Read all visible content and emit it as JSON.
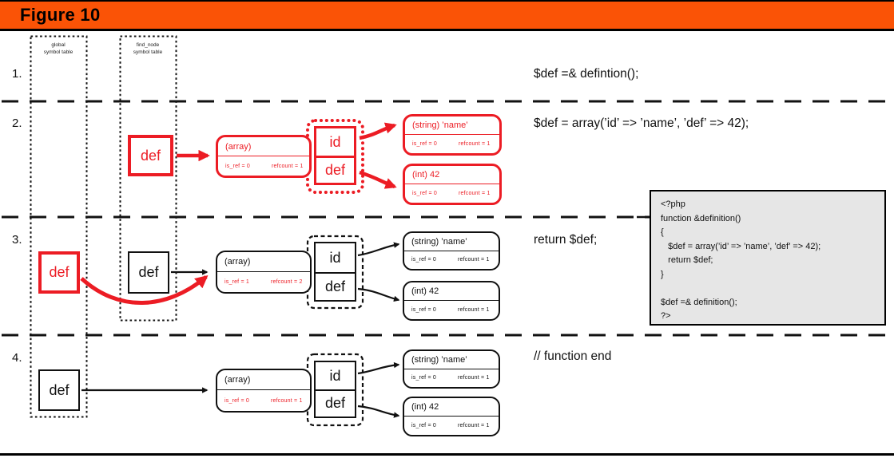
{
  "header": {
    "title": "Figure 10"
  },
  "colors": {
    "header_orange": "#fa5306",
    "diagram_red": "#ec1c24",
    "code_box_bg": "#e6e6e6"
  },
  "columns": {
    "global": {
      "line1": "global",
      "line2": "symbol table"
    },
    "find_node": {
      "line1": "find_node",
      "line2": "symbol table"
    }
  },
  "steps": [
    {
      "num": "1.",
      "code": "$def =& defintion();"
    },
    {
      "num": "2.",
      "code": "$def = array(’id’ => ’name’, ’def’ => 42);"
    },
    {
      "num": "3.",
      "code": "return $def;"
    },
    {
      "num": "4.",
      "code": "// function end"
    }
  ],
  "row2": {
    "def_var": "def",
    "key_id": "id",
    "key_def": "def",
    "array": {
      "type": "(array)",
      "is_ref": "is_ref = 0",
      "refcount": "refcount = 1"
    },
    "val_string": {
      "type": "(string) ’name’",
      "is_ref": "is_ref = 0",
      "refcount": "refcount = 1"
    },
    "val_int": {
      "type": "(int) 42",
      "is_ref": "is_ref = 0",
      "refcount": "refcount = 1"
    }
  },
  "row3": {
    "def_global": "def",
    "def_find": "def",
    "key_id": "id",
    "key_def": "def",
    "array": {
      "type": "(array)",
      "is_ref": "is_ref = 1",
      "refcount": "refcount = 2"
    },
    "val_string": {
      "type": "(string) ’name’",
      "is_ref": "is_ref = 0",
      "refcount": "refcount = 1"
    },
    "val_int": {
      "type": "(int) 42",
      "is_ref": "is_ref = 0",
      "refcount": "refcount = 1"
    }
  },
  "row4": {
    "def_global": "def",
    "key_id": "id",
    "key_def": "def",
    "array": {
      "type": "(array)",
      "is_ref": "is_ref = 0",
      "refcount": "refcount = 1"
    },
    "val_string": {
      "type": "(string) ’name’",
      "is_ref": "is_ref = 0",
      "refcount": "refcount = 1"
    },
    "val_int": {
      "type": "(int) 42",
      "is_ref": "is_ref = 0",
      "refcount": "refcount = 1"
    }
  },
  "code_box": {
    "lines": [
      "<?php",
      "function &definition()",
      "{",
      "   $def = array(’id’ => ’name’, ’def’ => 42);",
      "   return $def;",
      "}",
      "",
      "$def =& definition();",
      "?>"
    ]
  }
}
